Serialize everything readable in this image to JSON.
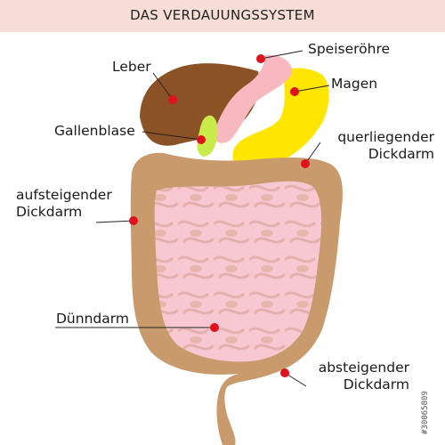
{
  "title": "DAS VERDAUUNGSSYSTEM",
  "labels": {
    "speiseroehre": "Speiseröhre",
    "leber": "Leber",
    "magen": "Magen",
    "gallenblase": "Gallenblase",
    "querliegender_l1": "querliegender",
    "querliegender_l2": "Dickdarm",
    "aufsteigender_l1": "aufsteigender",
    "aufsteigender_l2": "Dickdarm",
    "duenndarm": "Dünndarm",
    "absteigender_l1": "absteigender",
    "absteigender_l2": "Dickdarm"
  },
  "credit": "#30065809",
  "colors": {
    "title_band": "#f6ddd6",
    "liver": "#8b5226",
    "stomach": "#ffe600",
    "esophagus": "#f7b8c0",
    "gallbladder": "#c9ec4a",
    "colon": "#c99a6c",
    "small_intestine": "#f8c8d2",
    "marker": "#e0101c"
  }
}
